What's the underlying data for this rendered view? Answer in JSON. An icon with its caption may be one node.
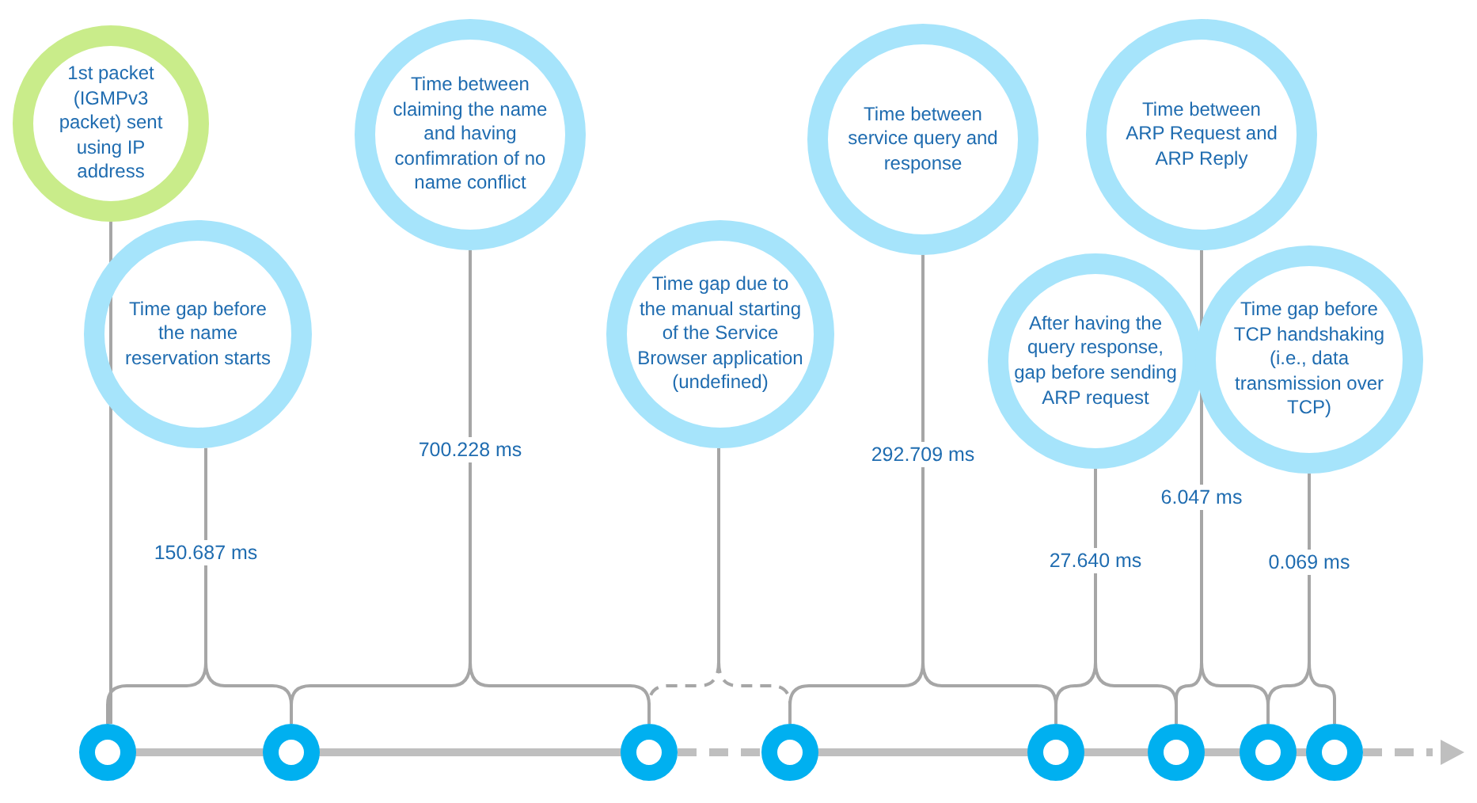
{
  "diagram": {
    "nodes": [
      {
        "text": [
          "1st packet (IGMPv3 packet) sent using IP address"
        ]
      },
      {
        "text": [
          "Time gap before the name reservation starts"
        ]
      },
      {
        "text": [
          "Time between claiming the name and having confimration of no name conflict"
        ]
      },
      {
        "text": [
          "Time gap due to the manual starting of the Service Browser application (undefined)"
        ]
      },
      {
        "text": [
          "Time between service query and response"
        ]
      },
      {
        "text": [
          "After having the query response, gap before sending ARP request"
        ]
      },
      {
        "text": [
          "Time between ARP Request and ARP Reply"
        ]
      },
      {
        "text": [
          "Time gap before TCP handshaking (i.e., data transmission over TCP)"
        ]
      },
      {
        "text": [],
        "shape": "circle"
      },
      {
        "text": [],
        "shape": "circle"
      },
      {
        "text": [],
        "shape": "circle"
      },
      {
        "text": [],
        "shape": "circle"
      },
      {
        "text": [],
        "shape": "circle"
      },
      {
        "text": [],
        "shape": "circle"
      },
      {
        "text": [],
        "shape": "circle"
      },
      {
        "text": [],
        "shape": "circle"
      }
    ],
    "edges": [
      {
        "from": 0,
        "to": 8,
        "arrow": "none"
      },
      {
        "from": 1,
        "to": 8,
        "arrow": "none"
      },
      {
        "from": 1,
        "to": 9,
        "arrow": "none"
      },
      {
        "from": 2,
        "to": 9,
        "arrow": "none"
      },
      {
        "from": 2,
        "to": 10,
        "arrow": "none"
      },
      {
        "from": 3,
        "to": 10,
        "arrow": "none",
        "style": "dashed"
      },
      {
        "from": 3,
        "to": 11,
        "arrow": "none",
        "style": "dashed"
      },
      {
        "from": 4,
        "to": 11,
        "arrow": "none"
      },
      {
        "from": 4,
        "to": 12,
        "arrow": "none"
      },
      {
        "from": 5,
        "to": 12,
        "arrow": "none"
      },
      {
        "from": 5,
        "to": 13,
        "arrow": "none"
      },
      {
        "from": 6,
        "to": 13,
        "arrow": "none"
      },
      {
        "from": 6,
        "to": 14,
        "arrow": "none"
      },
      {
        "from": 7,
        "to": 14,
        "arrow": "none"
      },
      {
        "from": 7,
        "to": 15,
        "arrow": "none"
      }
    ],
    "labels": [
      "700.228 ms",
      "292.709 ms",
      "6.047 ms",
      "150.687 ms",
      "27.640 ms",
      "0.069 ms"
    ]
  }
}
